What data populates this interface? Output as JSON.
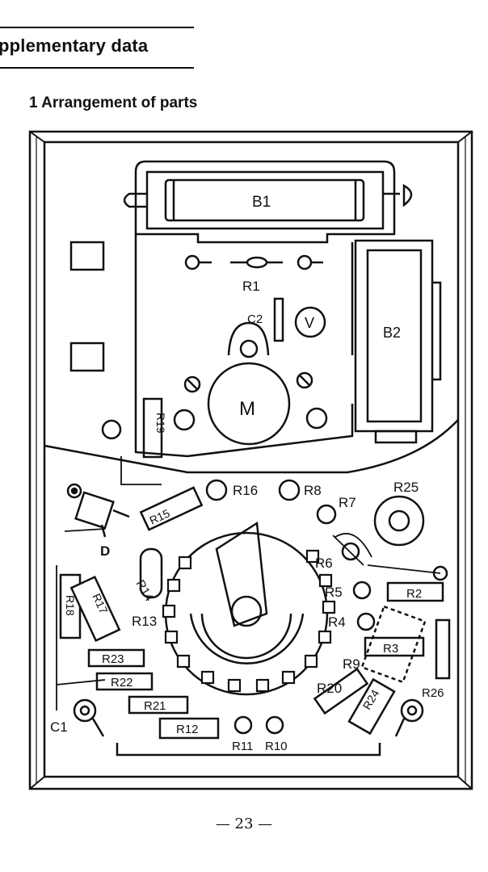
{
  "header": {
    "section_title": "pplementary data",
    "subsection_title": "1  Arrangement of parts"
  },
  "labels": {
    "B1": "B1",
    "B2": "B2",
    "R1": "R1",
    "C2": "C2",
    "V": "V",
    "M": "M",
    "R19": "R19",
    "R16": "R16",
    "R8": "R8",
    "R25": "R25",
    "R15": "R15",
    "R7": "R7",
    "D": "D",
    "R14": "R14",
    "R6": "R6",
    "R5": "R5",
    "R2": "R2",
    "R18": "R18",
    "R17": "R17",
    "R13": "R13",
    "R4": "R4",
    "R3": "R3",
    "R9": "R9",
    "R23": "R23",
    "R22": "R22",
    "R20": "R20",
    "R24": "R24",
    "R26": "R26",
    "C1": "C1",
    "R21": "R21",
    "R12": "R12",
    "R11": "R11",
    "R10": "R10"
  },
  "footer": {
    "page_number": "— 23 —"
  }
}
